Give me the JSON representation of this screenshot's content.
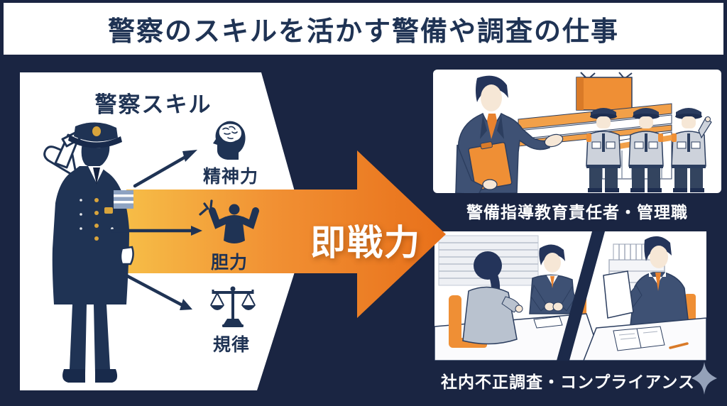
{
  "title": "警察のスキルを活かす警備や調査の仕事",
  "left_panel": {
    "heading": "警察スキル",
    "skills": [
      {
        "label": "精神力",
        "icon": "brain-icon"
      },
      {
        "label": "胆力",
        "icon": "flex-icon"
      },
      {
        "label": "規律",
        "icon": "scales-icon"
      }
    ]
  },
  "center_arrow": {
    "label": "即戦力"
  },
  "right_panels": {
    "top": {
      "caption": "警備指導教育責任者・管理職"
    },
    "bottom": {
      "caption": "社内不正調査・コンプライアンス"
    }
  },
  "colors": {
    "background_navy": "#1a2542",
    "text_navy": "#1f3354",
    "arrow_gradient_start": "#f7c44a",
    "arrow_gradient_end": "#e8701a",
    "accent_orange": "#ef8f35",
    "caption_white": "#ffffff",
    "sparkle_blue_gray": "#94a1b9"
  }
}
